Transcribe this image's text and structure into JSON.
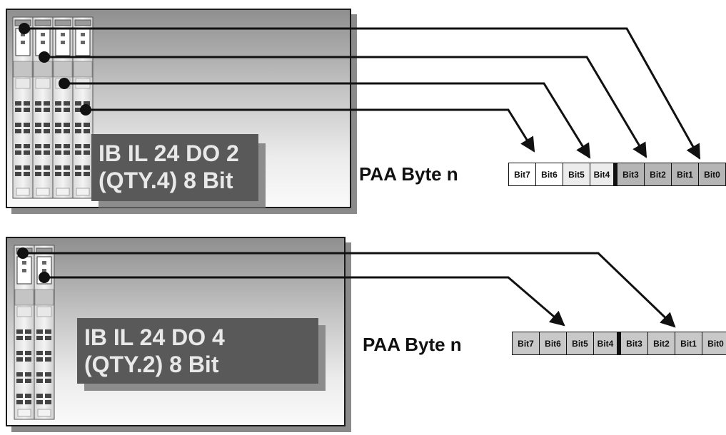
{
  "group1": {
    "module_label": [
      "IB IL 24 DO 2",
      "(QTY.4) 8 Bit"
    ],
    "byte_label": "PAA Byte n",
    "bits": [
      "Bit7",
      "Bit6",
      "Bit5",
      "Bit4",
      "Bit3",
      "Bit2",
      "Bit1",
      "Bit0"
    ],
    "bit_fills": [
      "#ffffff",
      "#ffffff",
      "#ececec",
      "#ececec",
      "#b5b5b5",
      "#b5b5b5",
      "#b5b5b5",
      "#b5b5b5"
    ]
  },
  "group2": {
    "module_label": [
      "IB IL 24 DO 4",
      "(QTY.2) 8 Bit"
    ],
    "byte_label": "PAA Byte n",
    "bits": [
      "Bit7",
      "Bit6",
      "Bit5",
      "Bit4",
      "Bit3",
      "Bit2",
      "Bit1",
      "Bit0"
    ],
    "bit_fills": [
      "#c8c8c8",
      "#c8c8c8",
      "#c8c8c8",
      "#c8c8c8",
      "#c8c8c8",
      "#c8c8c8",
      "#c8c8c8",
      "#c8c8c8"
    ]
  }
}
